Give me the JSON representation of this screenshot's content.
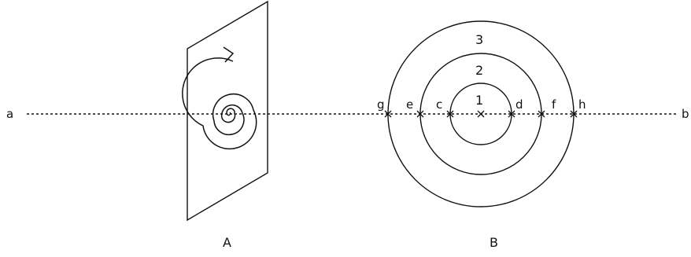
{
  "line": {
    "left_label": "a",
    "right_label": "b"
  },
  "panel_a": {
    "label": "A"
  },
  "panel_b": {
    "label": "B",
    "ring_labels": [
      "1",
      "2",
      "3"
    ],
    "point_labels": [
      "g",
      "e",
      "c",
      "d",
      "f",
      "h"
    ]
  },
  "colors": {
    "stroke": "#111111",
    "background": "#ffffff"
  }
}
